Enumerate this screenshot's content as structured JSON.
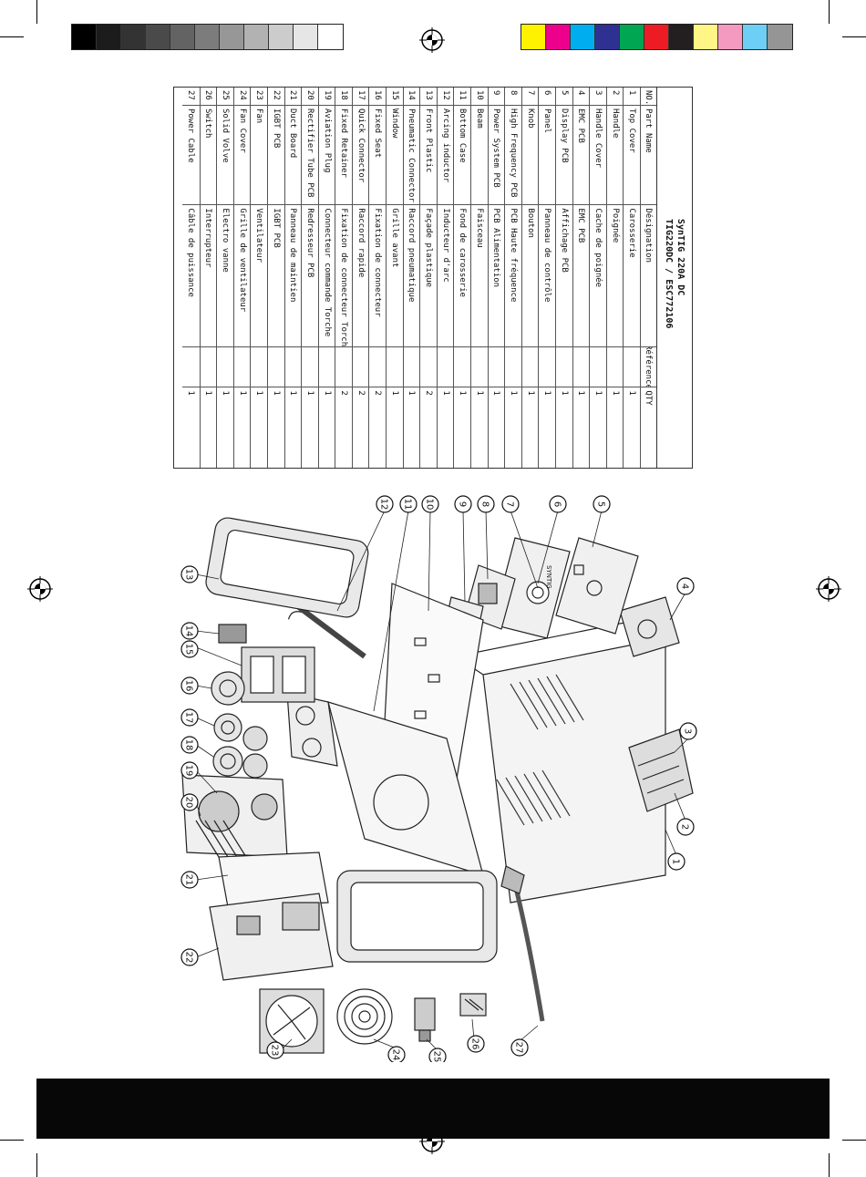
{
  "calibration": {
    "gray_swatches": [
      "#000000",
      "#1c1c1c",
      "#333333",
      "#4a4a4a",
      "#636363",
      "#7c7c7c",
      "#979797",
      "#b2b2b2",
      "#cccccc",
      "#e6e6e6",
      "#ffffff"
    ],
    "color_swatches": [
      "#fff200",
      "#ec008c",
      "#00aeef",
      "#2e3192",
      "#00a651",
      "#ed1c24",
      "#231f20",
      "#fff685",
      "#f49ac1",
      "#6dcff6",
      "#959595"
    ]
  },
  "parts_table": {
    "title_line1": "SynTIG 220A DC",
    "title_line2": "TIG220DC / ESC772106",
    "headers": {
      "no": "NO.",
      "part_name": "Part Name",
      "designation": "Désignation",
      "reference": "Référence",
      "qty": "QTY"
    },
    "rows": [
      {
        "no": "1",
        "part_name": "Top Cover",
        "designation": "Carosserie",
        "reference": "",
        "qty": "1"
      },
      {
        "no": "2",
        "part_name": "Handle",
        "designation": "Poignée",
        "reference": "",
        "qty": "1"
      },
      {
        "no": "3",
        "part_name": "Handle Cover",
        "designation": "Cache de poignée",
        "reference": "",
        "qty": "1"
      },
      {
        "no": "4",
        "part_name": "EMC PCB",
        "designation": "EMC PCB",
        "reference": "",
        "qty": "1"
      },
      {
        "no": "5",
        "part_name": "Display PCB",
        "designation": "Affichage PCB",
        "reference": "",
        "qty": "1"
      },
      {
        "no": "6",
        "part_name": "Panel",
        "designation": "Panneau de contrôle",
        "reference": "",
        "qty": "1"
      },
      {
        "no": "7",
        "part_name": "Knob",
        "designation": "Bouton",
        "reference": "",
        "qty": "1"
      },
      {
        "no": "8",
        "part_name": "High Frequency PCB",
        "designation": "PCB Haute fréquence",
        "reference": "",
        "qty": "1"
      },
      {
        "no": "9",
        "part_name": "Power System PCB",
        "designation": "PCB Alimentation",
        "reference": "",
        "qty": "1"
      },
      {
        "no": "10",
        "part_name": "Beam",
        "designation": "Faisceau",
        "reference": "",
        "qty": "1"
      },
      {
        "no": "11",
        "part_name": "Bottom Case",
        "designation": "Fond de carosserie",
        "reference": "",
        "qty": "1"
      },
      {
        "no": "12",
        "part_name": "Arcing inductor",
        "designation": "Inducteur d'arc",
        "reference": "",
        "qty": "1"
      },
      {
        "no": "13",
        "part_name": "Front Plastic",
        "designation": "Façade plastique",
        "reference": "",
        "qty": "2"
      },
      {
        "no": "14",
        "part_name": "Pneumatic Connector",
        "designation": "Raccord pneumatique",
        "reference": "",
        "qty": "1"
      },
      {
        "no": "15",
        "part_name": "Window",
        "designation": "Grille avant",
        "reference": "",
        "qty": "1"
      },
      {
        "no": "16",
        "part_name": "Fixed Seat",
        "designation": "Fixation de connecteur",
        "reference": "",
        "qty": "2"
      },
      {
        "no": "17",
        "part_name": "Quick Connector",
        "designation": "Raccord rapide",
        "reference": "",
        "qty": "2"
      },
      {
        "no": "18",
        "part_name": "Fixed Retainer",
        "designation": "Fixation de connecteur Torche",
        "reference": "",
        "qty": "2"
      },
      {
        "no": "19",
        "part_name": "Aviation Plug",
        "designation": "Connecteur commande Torche",
        "reference": "",
        "qty": "1"
      },
      {
        "no": "20",
        "part_name": "Rectifier Tube PCB",
        "designation": "Redresseur PCB",
        "reference": "",
        "qty": "1"
      },
      {
        "no": "21",
        "part_name": "Duct Board",
        "designation": "Panneau de maintien",
        "reference": "",
        "qty": "1"
      },
      {
        "no": "22",
        "part_name": "IGBT PCB",
        "designation": "IGBT PCB",
        "reference": "",
        "qty": "1"
      },
      {
        "no": "23",
        "part_name": "Fan",
        "designation": "Ventilateur",
        "reference": "",
        "qty": "1"
      },
      {
        "no": "24",
        "part_name": "Fan Cover",
        "designation": "Grille de ventilateur",
        "reference": "",
        "qty": "1"
      },
      {
        "no": "25",
        "part_name": "Solid Volve",
        "designation": "Electro vanne",
        "reference": "",
        "qty": "1"
      },
      {
        "no": "26",
        "part_name": "Switch",
        "designation": "Interrupteur",
        "reference": "",
        "qty": "1"
      },
      {
        "no": "27",
        "part_name": "Power Cable",
        "designation": "Câble de puissance",
        "reference": "",
        "qty": "1"
      }
    ]
  },
  "exploded_view": {
    "callouts": [
      "1",
      "2",
      "3",
      "4",
      "5",
      "6",
      "7",
      "8",
      "9",
      "10",
      "11",
      "12",
      "13",
      "14",
      "15",
      "16",
      "17",
      "18",
      "19",
      "20",
      "21",
      "22",
      "23",
      "24",
      "25",
      "26",
      "27"
    ],
    "panel_label": "SYNTIG"
  }
}
